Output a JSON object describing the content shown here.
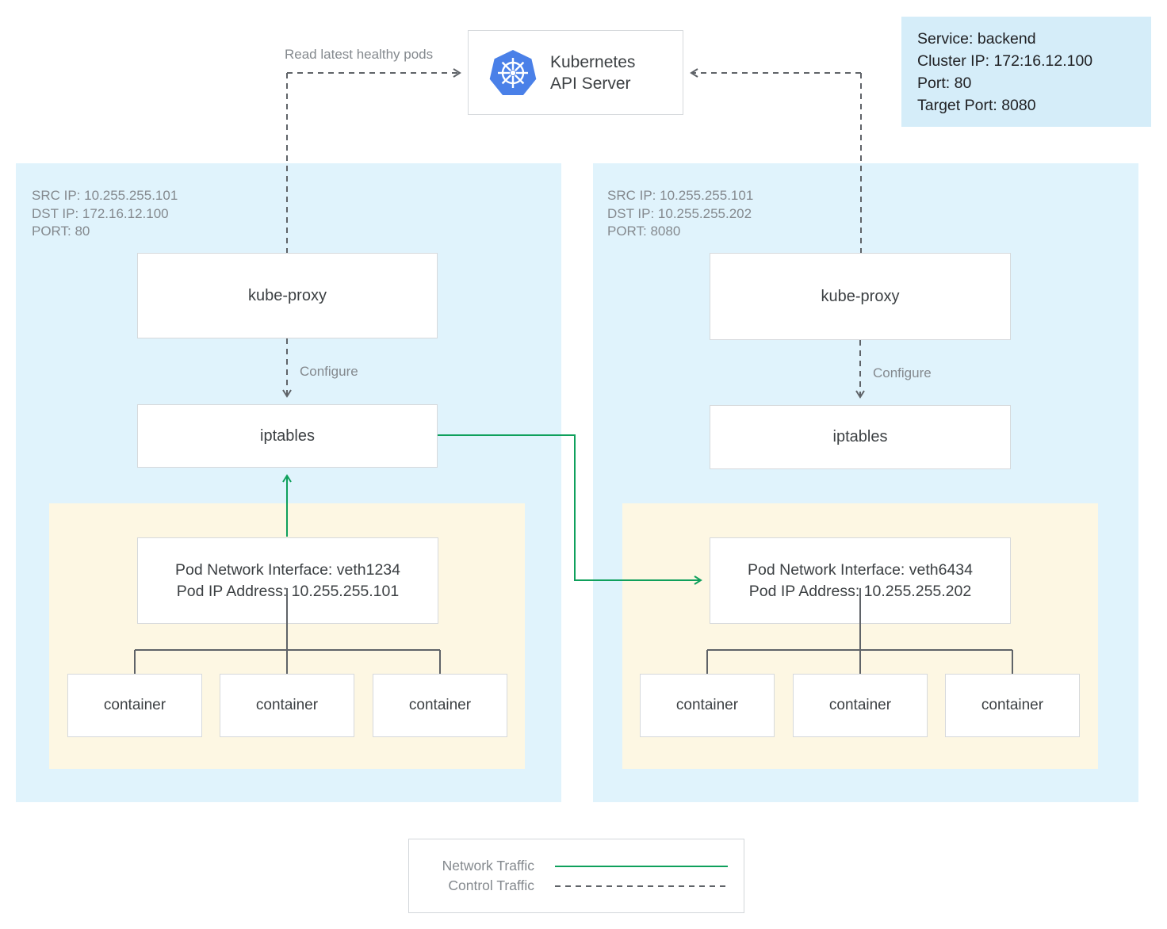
{
  "api_server": {
    "line1": "Kubernetes",
    "line2": "API Server",
    "icon": "kubernetes-logo"
  },
  "service_info": {
    "lines": [
      "Service: backend",
      "Cluster IP: 172:16.12.100",
      "Port: 80",
      "Target Port: 8080"
    ]
  },
  "labels": {
    "read_pods": "Read latest healthy pods",
    "configure": "Configure"
  },
  "nodes": [
    {
      "meta": [
        "SRC IP: 10.255.255.101",
        "DST IP: 172.16.12.100",
        "PORT: 80"
      ],
      "kube_proxy": "kube-proxy",
      "iptables": "iptables",
      "pod": {
        "interface": "Pod Network Interface: veth1234",
        "ip": "Pod IP Address: 10.255.255.101",
        "containers": [
          "container",
          "container",
          "container"
        ]
      }
    },
    {
      "meta": [
        "SRC IP: 10.255.255.101",
        "DST IP: 10.255.255.202",
        "PORT: 8080"
      ],
      "kube_proxy": "kube-proxy",
      "iptables": "iptables",
      "pod": {
        "interface": "Pod Network Interface: veth6434",
        "ip": "Pod IP Address: 10.255.255.202",
        "containers": [
          "container",
          "container",
          "container"
        ]
      }
    }
  ],
  "legend": {
    "network": "Network Traffic",
    "control": "Control Traffic"
  },
  "colors": {
    "network_traffic": "#0fa05c",
    "control_traffic": "#5f6368",
    "node_bg": "#e0f3fc",
    "service_bg": "#d5edf9",
    "pod_bg": "#fdf7e3",
    "k8s_logo_blue": "#4a80e8",
    "box_border": "#d6d9dc"
  }
}
